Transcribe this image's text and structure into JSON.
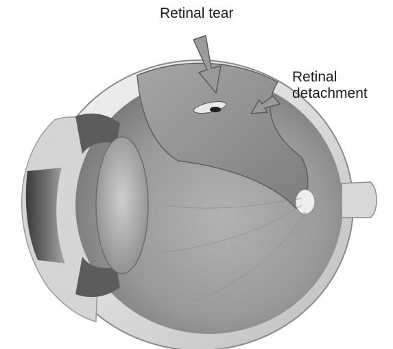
{
  "labels": {
    "retinal_tear": "Retinal tear",
    "retinal_detachment_line1": "Retinal",
    "retinal_detachment_line2": "detachment"
  },
  "colors": {
    "background": "#ffffff",
    "text": "#1a1a1a",
    "arrow_fill": "#9a9a9a",
    "arrow_stroke": "#5a5a5a",
    "sclera": "#e6e6e6",
    "vitreous": "#8e8e8e"
  }
}
